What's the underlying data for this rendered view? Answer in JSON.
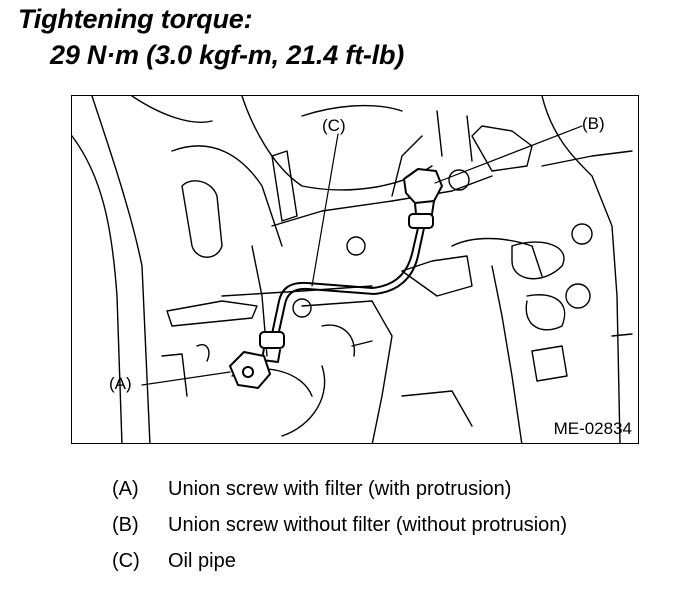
{
  "header": {
    "title": "Tightening torque:",
    "value": "29 N·m (3.0 kgf-m, 21.4 ft-lb)"
  },
  "figure": {
    "code": "ME-02834",
    "callouts": {
      "a": "(A)",
      "b": "(B)",
      "c": "(C)"
    }
  },
  "legend": [
    {
      "key": "(A)",
      "text": "Union screw with filter (with protrusion)"
    },
    {
      "key": "(B)",
      "text": "Union screw without filter (without protrusion)"
    },
    {
      "key": "(C)",
      "text": "Oil pipe"
    }
  ]
}
